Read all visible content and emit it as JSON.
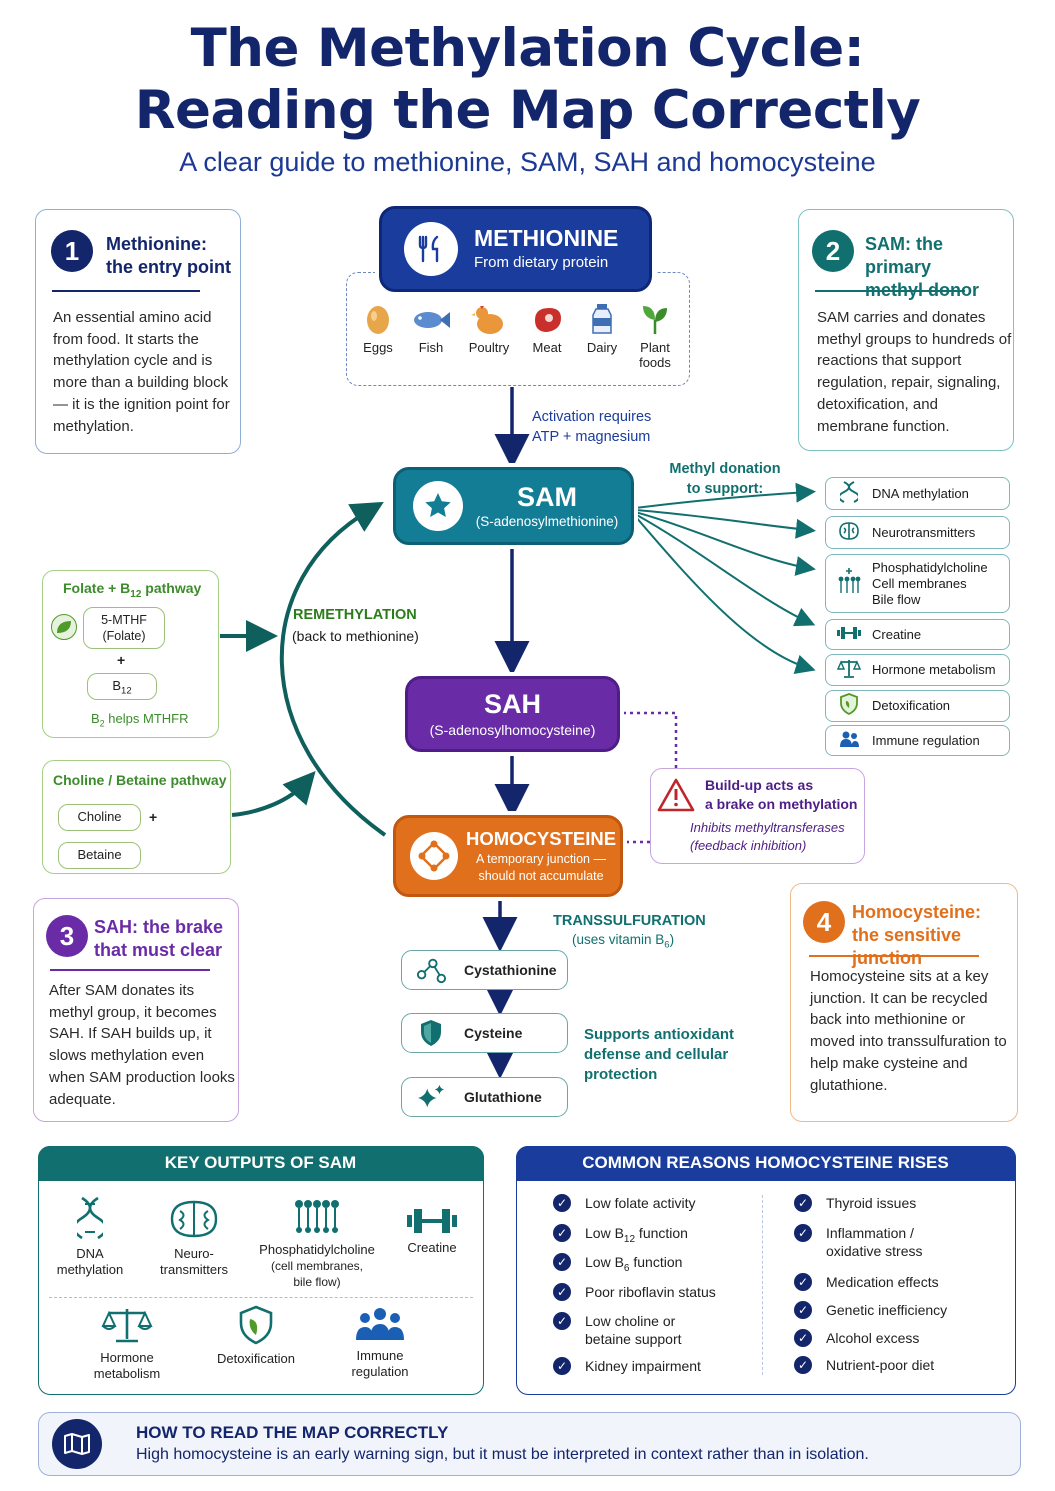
{
  "header": {
    "title_line1": "The Methylation Cycle:",
    "title_line2": "Reading the Map Correctly",
    "subtitle": "A clear guide to methionine, SAM, SAH and homocysteine"
  },
  "colors": {
    "navy": "#13256b",
    "methionine": "#1a3c9c",
    "sam": "#147d96",
    "sah": "#6a2ca6",
    "homocysteine": "#e0701c",
    "teal": "#11706f",
    "green": "#4f9a2a"
  },
  "panel1": {
    "number": "1",
    "title_line1": "Methionine:",
    "title_line2": "the entry point",
    "body": "An essential amino acid from food. It starts the methylation cycle and is more than a building block — it is the ignition point for methylation."
  },
  "panel2": {
    "number": "2",
    "title_line1": "SAM: the primary",
    "title_line2": "methyl donor",
    "body": "SAM carries and donates methyl groups to hundreds of reactions that support regulation, repair, signaling, detoxification, and membrane function."
  },
  "panel3": {
    "number": "3",
    "title_line1": "SAH: the brake",
    "title_line2": "that must clear",
    "body": "After SAM donates its methyl group, it becomes SAH. If SAH builds up, it slows methylation even when SAM production looks adequate."
  },
  "panel4": {
    "number": "4",
    "title_line1": "Homocysteine:",
    "title_line2": "the sensitive junction",
    "body": "Homocysteine sits at a key junction. It can be recycled back into methionine or moved into transsulfuration to help make cysteine and glutathione."
  },
  "methionine": {
    "title": "METHIONINE",
    "subtitle": "From dietary protein",
    "icon": "fork-knife-icon",
    "foods": [
      "Eggs",
      "Fish",
      "Poultry",
      "Meat",
      "Dairy",
      "Plant foods"
    ]
  },
  "activation": {
    "line1": "Activation requires",
    "line2": "ATP + magnesium"
  },
  "sam": {
    "title": "SAM",
    "subtitle": "(S-adenosylmethionine)",
    "icon": "star-icon"
  },
  "methyl_donation": {
    "line1": "Methyl donation",
    "line2": "to support:"
  },
  "outputs": [
    {
      "label": "DNA methylation",
      "icon": "dna-icon"
    },
    {
      "label": "Neurotransmitters",
      "icon": "brain-icon"
    },
    {
      "label": "Phosphatidylcholine",
      "label2": "Cell membranes",
      "label3": "Bile flow",
      "icon": "membrane-icon"
    },
    {
      "label": "Creatine",
      "icon": "dumbbell-icon"
    },
    {
      "label": "Hormone metabolism",
      "icon": "scale-icon"
    },
    {
      "label": "Detoxification",
      "icon": "shield-icon"
    },
    {
      "label": "Immune regulation",
      "icon": "people-icon"
    }
  ],
  "sah": {
    "title": "SAH",
    "subtitle": "(S-adenosylhomocysteine)"
  },
  "brake_note": {
    "line1": "Build-up acts as",
    "line2": "a brake on methylation",
    "line3": "Inhibits methyltransferases",
    "line4": "(feedback inhibition)"
  },
  "homocysteine": {
    "title": "HOMOCYSTEINE",
    "subtitle1": "A temporary junction —",
    "subtitle2": "should not accumulate"
  },
  "remethylation": {
    "line1": "REMETHYLATION",
    "line2": "(back to methionine)"
  },
  "folate": {
    "title": "Folate + B",
    "title_sub": "12",
    "title_end": " pathway",
    "item1_line1": "5-MTHF",
    "item1_line2": "(Folate)",
    "plus": "+",
    "item2": "B",
    "item2_sub": "12",
    "note": "B",
    "note_sub": "2",
    "note_end": " helps MTHFR"
  },
  "choline": {
    "title": "Choline / Betaine pathway",
    "item1": "Choline",
    "plus": "+",
    "item2": "Betaine"
  },
  "transsulfuration": {
    "line1": "TRANSSULFURATION",
    "line2": "(uses vitamin B",
    "line2_sub": "6",
    "line2_end": ")"
  },
  "ts_steps": [
    "Cystathionine",
    "Cysteine",
    "Glutathione"
  ],
  "antioxidant": {
    "line1": "Supports antioxidant",
    "line2": "defense and cellular",
    "line3": "protection"
  },
  "key_outputs": {
    "heading": "KEY OUTPUTS OF SAM",
    "row1": [
      {
        "l1": "DNA",
        "l2": "methylation",
        "icon": "dna-icon"
      },
      {
        "l1": "Neuro-",
        "l2": "transmitters",
        "icon": "brain-icon"
      },
      {
        "l1": "Phosphatidylcholine",
        "l2": "(cell membranes,",
        "l3": "bile flow)",
        "icon": "membrane-icon"
      },
      {
        "l1": "Creatine",
        "icon": "dumbbell-icon"
      }
    ],
    "row2": [
      {
        "l1": "Hormone",
        "l2": "metabolism",
        "icon": "scale-icon"
      },
      {
        "l1": "Detoxification",
        "icon": "shield-icon"
      },
      {
        "l1": "Immune",
        "l2": "regulation",
        "icon": "people-icon"
      }
    ]
  },
  "reasons": {
    "heading": "COMMON REASONS HOMOCYSTEINE RISES",
    "left": [
      {
        "t": "Low folate activity"
      },
      {
        "t": "Low B",
        "sub": "12",
        "end": " function"
      },
      {
        "t": "Low B",
        "sub": "6",
        "end": " function"
      },
      {
        "t": "Poor riboflavin status"
      },
      {
        "t": "Low choline or",
        "t2": "betaine support"
      },
      {
        "t": "Kidney impairment"
      }
    ],
    "right": [
      {
        "t": "Thyroid issues"
      },
      {
        "t": "Inflammation /",
        "t2": "oxidative stress"
      },
      {
        "t": "Medication effects"
      },
      {
        "t": "Genetic inefficiency"
      },
      {
        "t": "Alcohol excess"
      },
      {
        "t": "Nutrient-poor diet"
      }
    ]
  },
  "footer": {
    "heading": "HOW TO READ THE MAP CORRECTLY",
    "text": "High homocysteine is an early warning sign, but it must be interpreted in context rather than in isolation.",
    "icon": "map-icon"
  }
}
